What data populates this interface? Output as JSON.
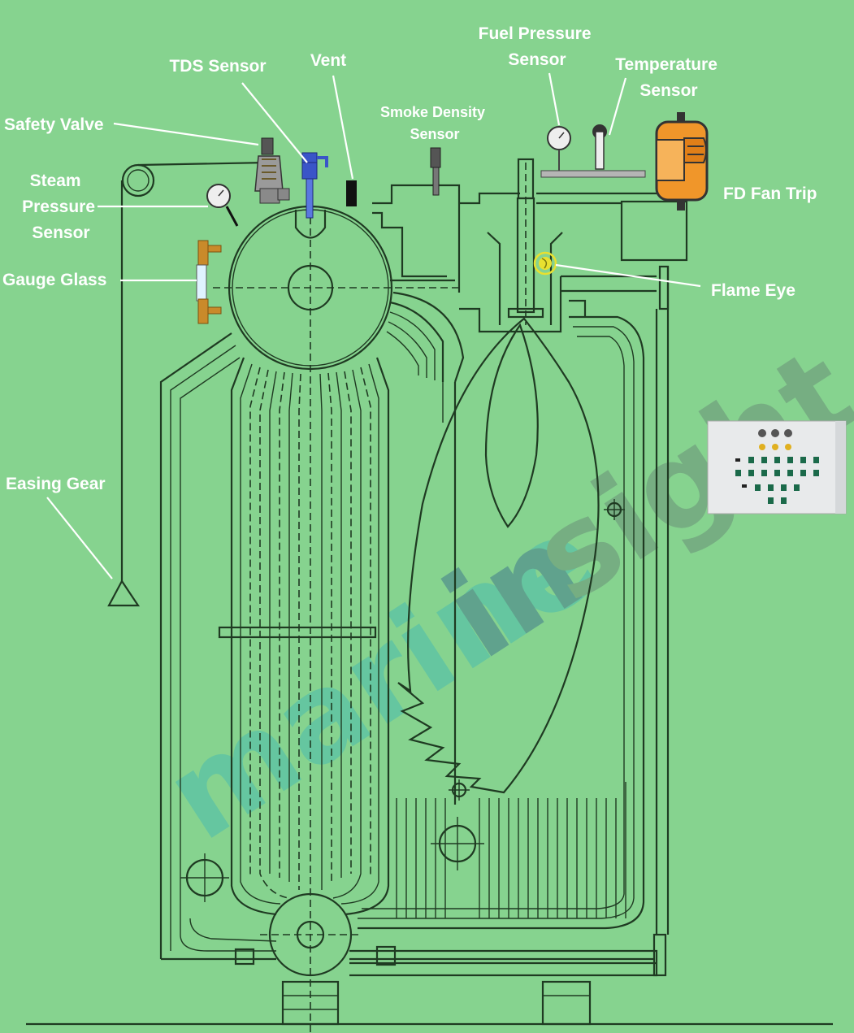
{
  "labels": {
    "fuel_pressure_sensor": [
      "Fuel Pressure",
      "Sensor"
    ],
    "tds_sensor": "TDS Sensor",
    "vent": "Vent",
    "temperature_sensor": [
      "Temperature",
      "Sensor"
    ],
    "safety_valve": "Safety Valve",
    "smoke_density_sensor": [
      "Smoke Density",
      "Sensor"
    ],
    "steam_pressure_sensor": [
      "Steam",
      "Pressure",
      "Sensor"
    ],
    "fd_fan_trip": "FD Fan Trip",
    "gauge_glass": "Gauge Glass",
    "flame_eye": "Flame Eye",
    "easing_gear": "Easing Gear"
  },
  "watermark": {
    "part1": "marine",
    "part2": "in",
    "part3": "sight"
  },
  "colors": {
    "background": "#86d38f",
    "line": "#1f3a22",
    "label": "#ffffff",
    "fan_motor": "#f0962a",
    "flame_eye": "#e8e030"
  }
}
